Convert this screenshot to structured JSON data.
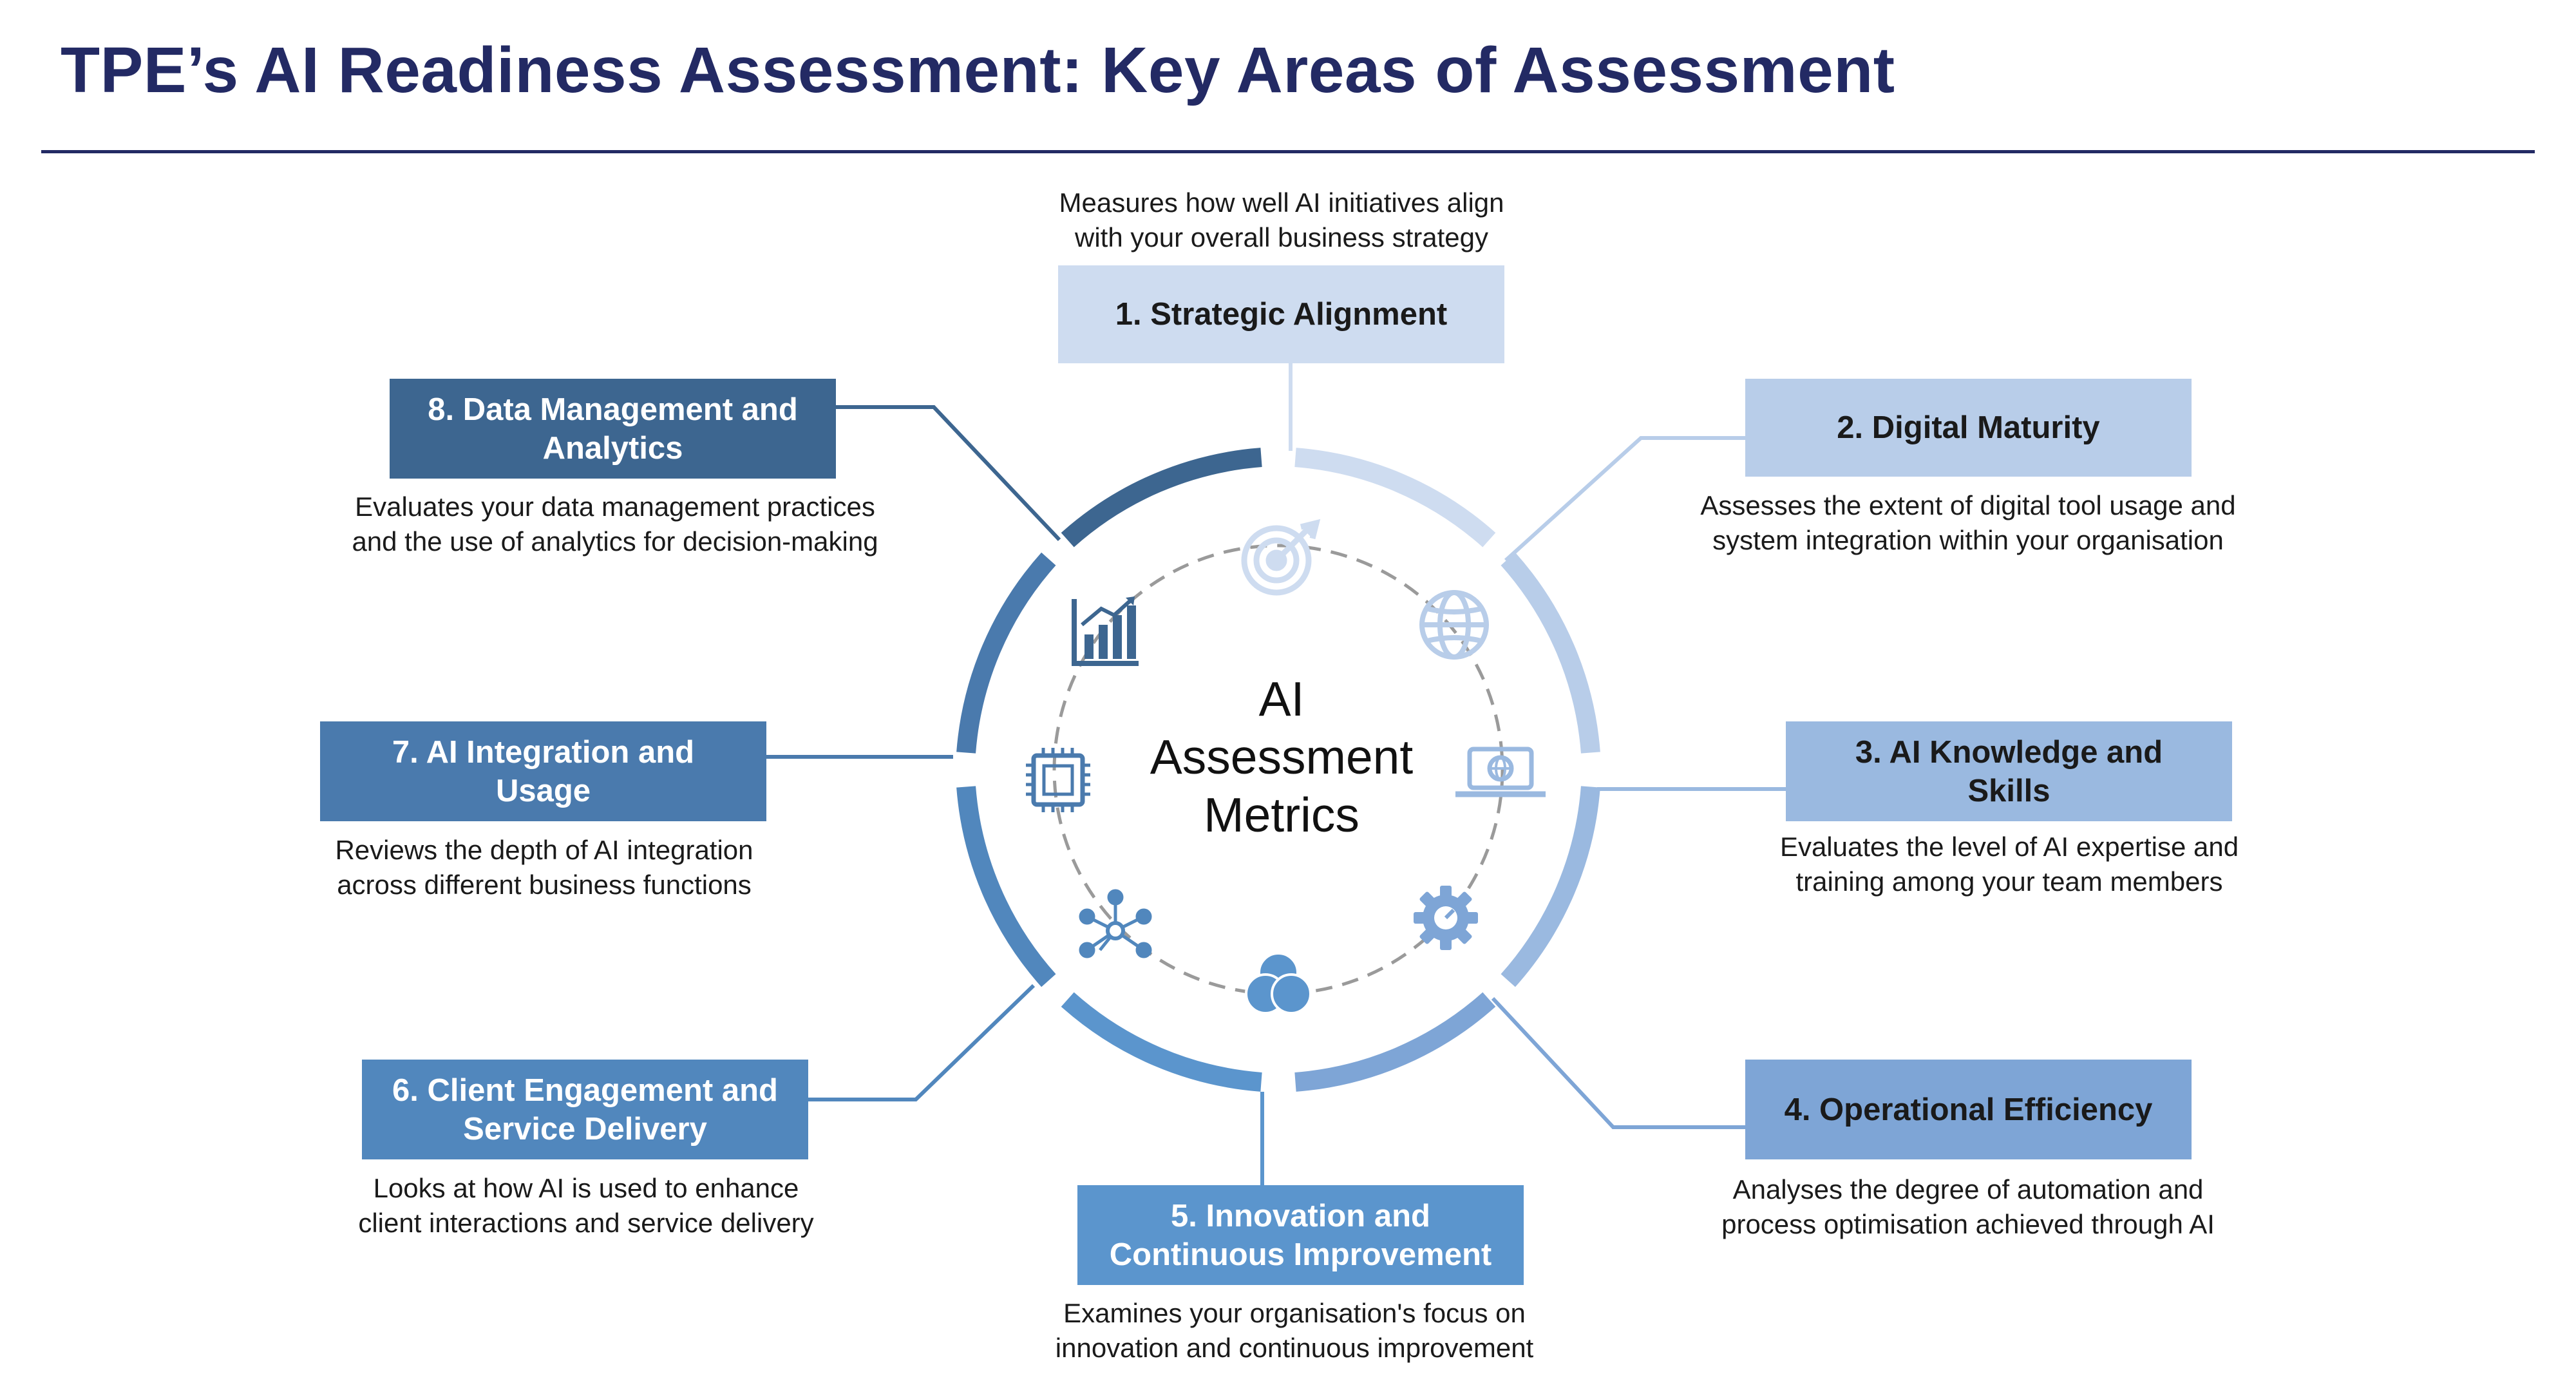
{
  "title": "TPE’s AI Readiness Assessment: Key Areas of Assessment",
  "center": {
    "line1": "AI",
    "line2": "Assessment",
    "line3": "Metrics"
  },
  "areas": [
    {
      "label": "1. Strategic Alignment",
      "desc1": "Measures how well AI initiatives align",
      "desc2": "with your overall business strategy",
      "color": "#cedcf0",
      "icon": "target-icon"
    },
    {
      "label": "2. Digital Maturity",
      "desc1": "Assesses the extent of digital tool usage and",
      "desc2": "system integration within your organisation",
      "color": "#b8cde9",
      "icon": "globe-icon"
    },
    {
      "label_l1": "3. AI Knowledge and",
      "label_l2": "Skills",
      "desc1": "Evaluates the level of AI expertise and",
      "desc2": "training among your team members",
      "color": "#9ab9e0",
      "icon": "laptop-icon"
    },
    {
      "label": "4. Operational Efficiency",
      "desc1": "Analyses the degree of automation and",
      "desc2": "process optimisation achieved through AI",
      "color": "#7ea5d6",
      "icon": "gear-icon"
    },
    {
      "label_l1": "5. Innovation and",
      "label_l2": "Continuous Improvement",
      "desc1": "Examines your organisation's focus on",
      "desc2": "innovation and continuous improvement",
      "color": "#5b95cd",
      "icon": "venn-icon"
    },
    {
      "label_l1": "6. Client Engagement and",
      "label_l2": "Service Delivery",
      "desc1": "Looks at how AI is used to enhance",
      "desc2": "client interactions and service delivery",
      "color": "#5187bd",
      "icon": "network-icon"
    },
    {
      "label_l1": "7. AI Integration and",
      "label_l2": "Usage",
      "desc1": "Reviews the depth of AI integration",
      "desc2": "across different business functions",
      "color": "#4a7aad",
      "icon": "chip-icon"
    },
    {
      "label_l1": "8. Data Management and",
      "label_l2": "Analytics",
      "desc1": "Evaluates your data management practices",
      "desc2": "and the use of analytics for decision-making",
      "color": "#3d6690",
      "icon": "chart-icon"
    }
  ]
}
